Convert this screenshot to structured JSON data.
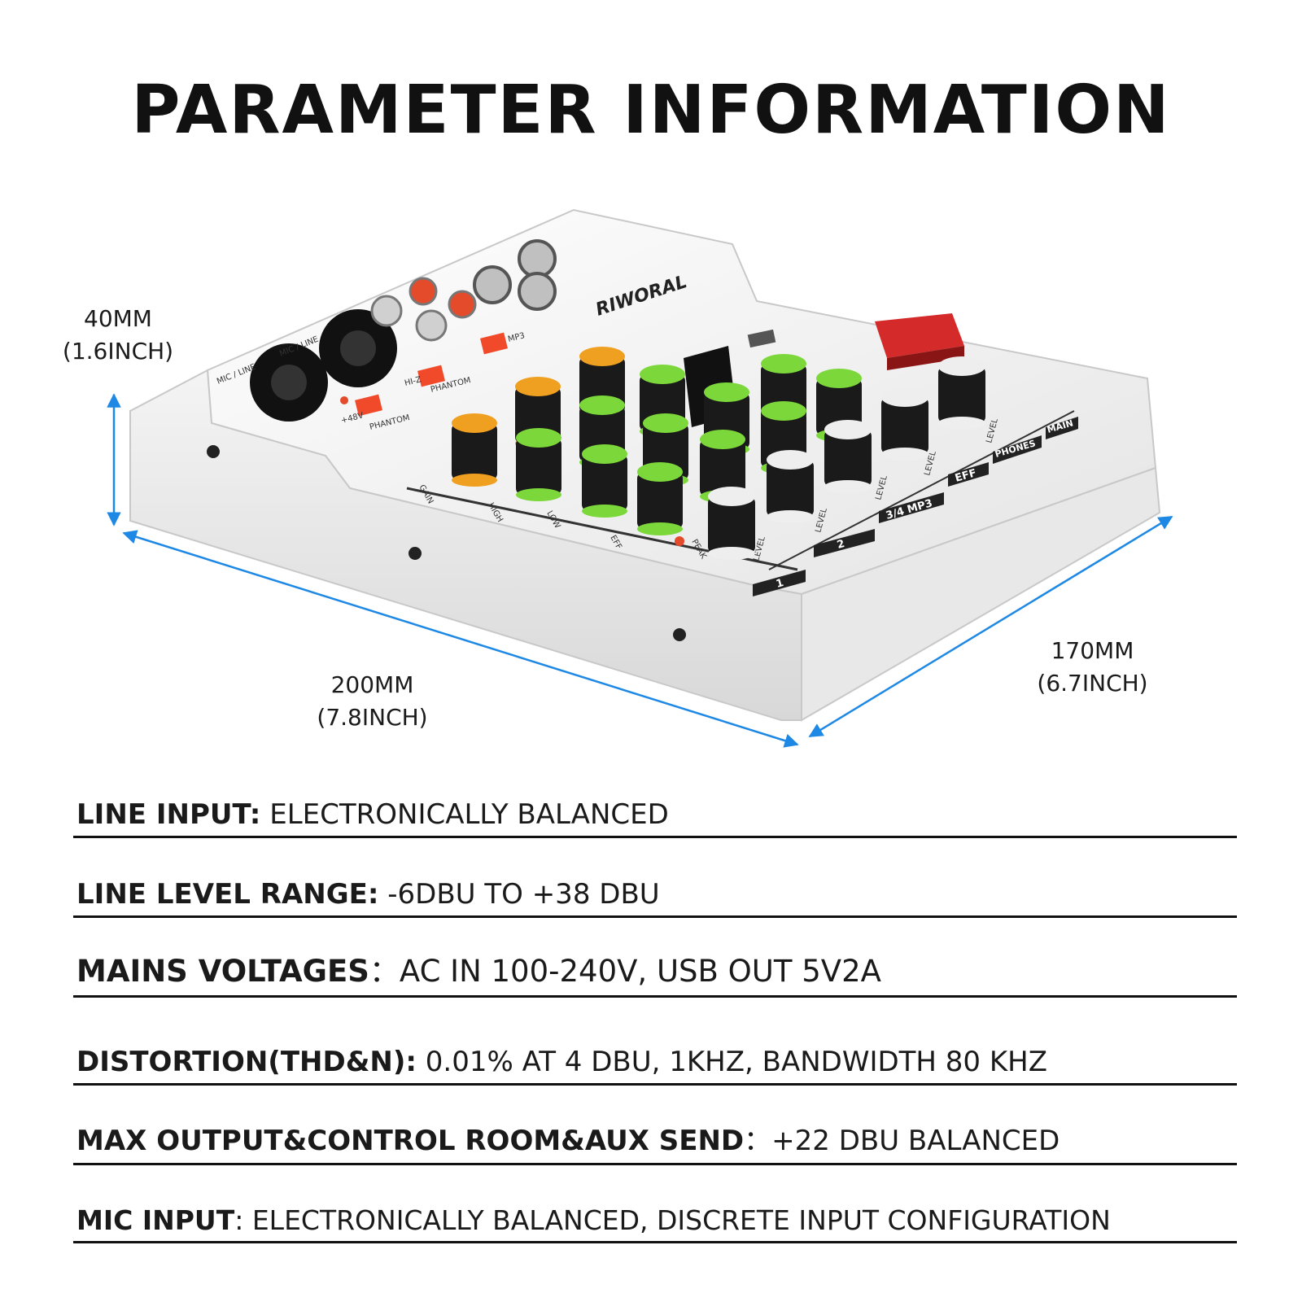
{
  "title": "PARAMETER INFORMATION",
  "brand": "RIWORAL",
  "dimensions": {
    "height_mm": "40MM",
    "height_in": "(1.6INCH)",
    "width_mm": "200MM",
    "width_in": "(7.8INCH)",
    "depth_mm": "170MM",
    "depth_in": "(6.7INCH)"
  },
  "panel_labels": {
    "mic_line": "MIC / LINE",
    "phantom": "PHANTOM",
    "plus48v": "+48V",
    "hiz": "HI-Z",
    "mp3": "MP3",
    "ch1": "1",
    "ch2": "2",
    "ch34": "3/4 MP3",
    "eff": "EFF",
    "phones": "PHONES",
    "main": "MAIN",
    "gain": "GAIN",
    "high": "HIGH",
    "low": "LOW",
    "eff_knob": "EFF",
    "level": "LEVEL",
    "peak": "PEAK"
  },
  "accent_colors": {
    "knob_orange": "#f0a020",
    "knob_green": "#7cd83a",
    "fader_red": "#d42a2a",
    "button_red": "#f04a2a",
    "dimension_line": "#1e88e5"
  },
  "specs": [
    {
      "label": "LINE INPUT:",
      "value": " ELECTRONICALLY BALANCED"
    },
    {
      "label": "LINE LEVEL RANGE:",
      "value": " -6DBU TO +38 DBU"
    },
    {
      "label": "MAINS VOLTAGES",
      "value": "：AC IN 100-240V, USB OUT 5V2A"
    },
    {
      "label": "DISTORTION(THD&N):",
      "value": " 0.01% AT 4 DBU, 1KHZ, BANDWIDTH 80 KHZ"
    },
    {
      "label": "MAX OUTPUT&CONTROL ROOM&AUX SEND",
      "value": "：+22 DBU BALANCED"
    },
    {
      "label": "MIC INPUT",
      "value": ": ELECTRONICALLY BALANCED, DISCRETE INPUT CONFIGURATION"
    }
  ]
}
